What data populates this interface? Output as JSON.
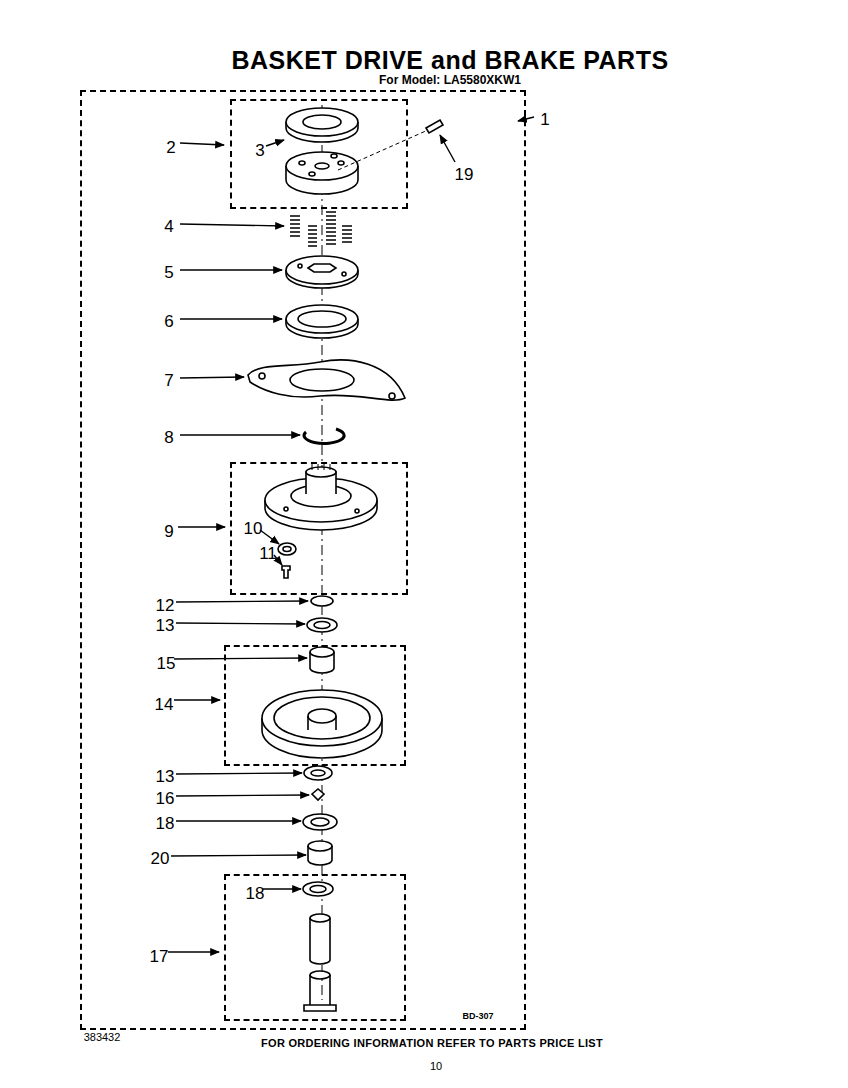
{
  "diagram": {
    "title": "BASKET DRIVE and BRAKE PARTS",
    "caption": "FOR ORDERING INFORMATION REFER TO PARTS PRICE LIST",
    "nodes": [
      {
        "text": [
          "1",
          "19",
          "4",
          "5",
          "6",
          "7",
          "8",
          "12",
          "13",
          "13",
          "16",
          "18",
          "20",
          "BD-307"
        ]
      },
      {
        "text": [
          "2",
          "3"
        ],
        "in": 0
      },
      {
        "text": [
          "9",
          "10",
          "11"
        ],
        "in": 0
      },
      {
        "text": [
          "15",
          "14"
        ],
        "in": 0
      },
      {
        "text": [
          "18",
          "17"
        ],
        "in": 0
      }
    ],
    "edges": [],
    "labels": [
      "For Model: LA5580XKW1",
      "383432",
      "10"
    ]
  }
}
